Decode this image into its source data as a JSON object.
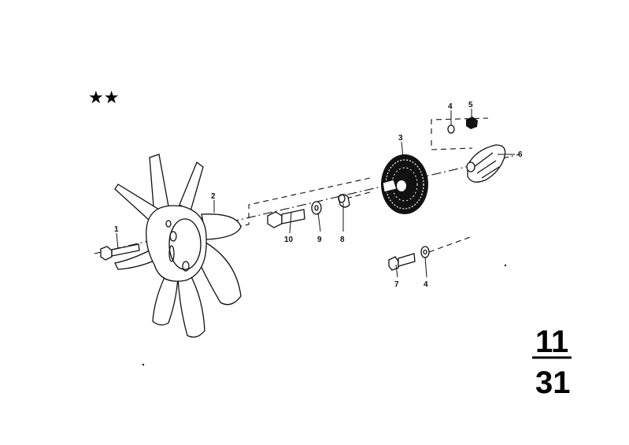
{
  "diagram": {
    "stars": "★★",
    "group_number": {
      "top": "11",
      "bottom": "31"
    },
    "callouts": [
      {
        "id": "1",
        "label": "1"
      },
      {
        "id": "2",
        "label": "2"
      },
      {
        "id": "3",
        "label": "3"
      },
      {
        "id": "4a",
        "label": "4"
      },
      {
        "id": "5",
        "label": "5"
      },
      {
        "id": "6",
        "label": "6"
      },
      {
        "id": "10",
        "label": "10"
      },
      {
        "id": "9",
        "label": "9"
      },
      {
        "id": "8",
        "label": "8"
      },
      {
        "id": "7",
        "label": "7"
      },
      {
        "id": "4b",
        "label": "4"
      }
    ]
  }
}
